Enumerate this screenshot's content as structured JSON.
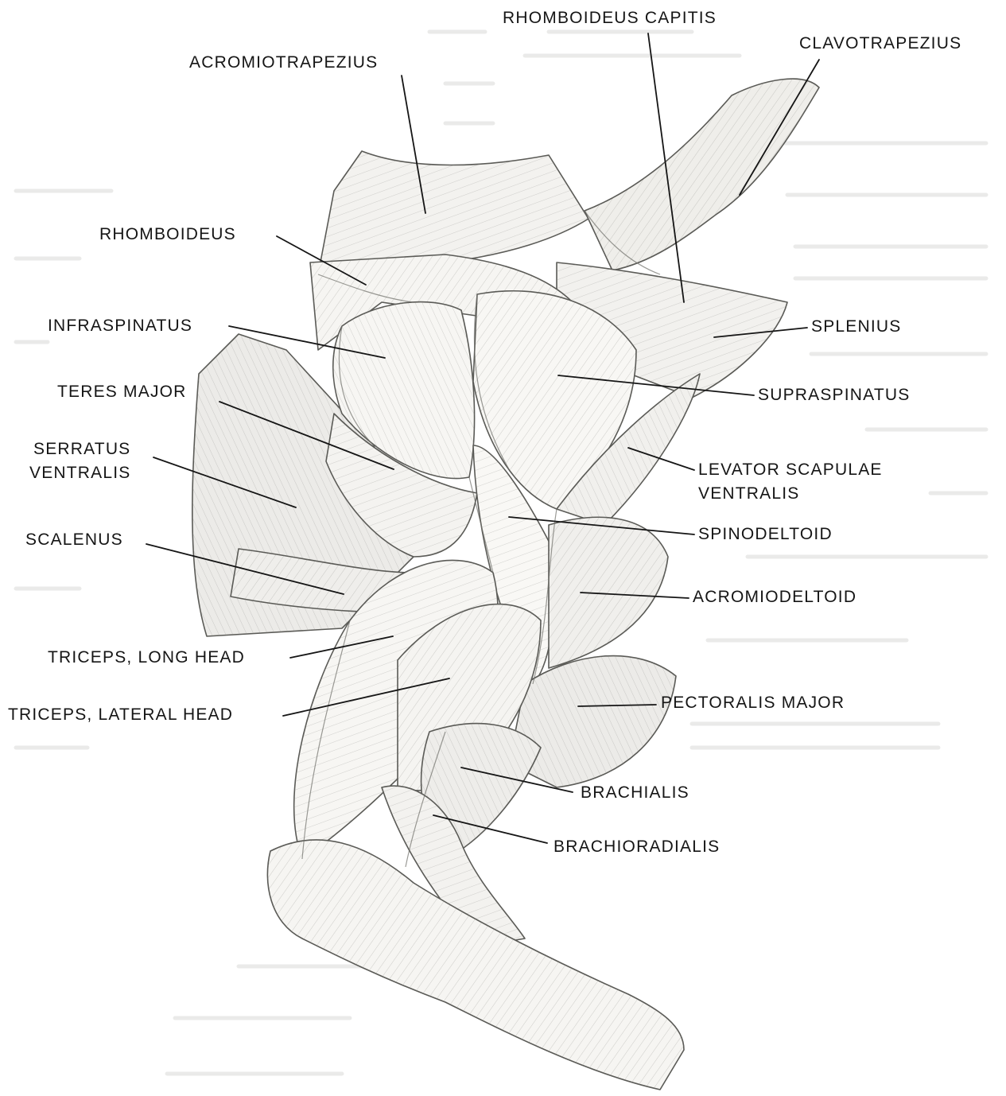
{
  "labels": {
    "rhomboideus_capitis": "RHOMBOIDEUS CAPITIS",
    "clavotrapezius": "CLAVOTRAPEZIUS",
    "acromiotrapezius": "ACROMIOTRAPEZIUS",
    "rhomboideus": "RHOMBOIDEUS",
    "infraspinatus": "INFRASPINATUS",
    "splenius": "SPLENIUS",
    "supraspinatus": "SUPRASPINATUS",
    "teres_major": "TERES MAJOR",
    "serratus_ventralis_1": "SERRATUS",
    "serratus_ventralis_2": "VENTRALIS",
    "levator_scapulae_1": "LEVATOR SCAPULAE",
    "levator_scapulae_2": "VENTRALIS",
    "spinodeltoid": "SPINODELTOID",
    "scalenus": "SCALENUS",
    "acromiodeltoid": "ACROMIODELTOID",
    "triceps_long_head": "TRICEPS, LONG HEAD",
    "triceps_lateral_head": "TRICEPS, LATERAL HEAD",
    "pectoralis_major": "PECTORALIS MAJOR",
    "brachialis": "BRACHIALIS",
    "brachioradialis": "BRACHIORADIALIS"
  },
  "colors": {
    "ink": "#151515",
    "muscle_fill": "#f1f1ef",
    "muscle_shade": "#bdbdb9",
    "fiber": "#7d7d78",
    "background_text": "#c9c9c6"
  }
}
